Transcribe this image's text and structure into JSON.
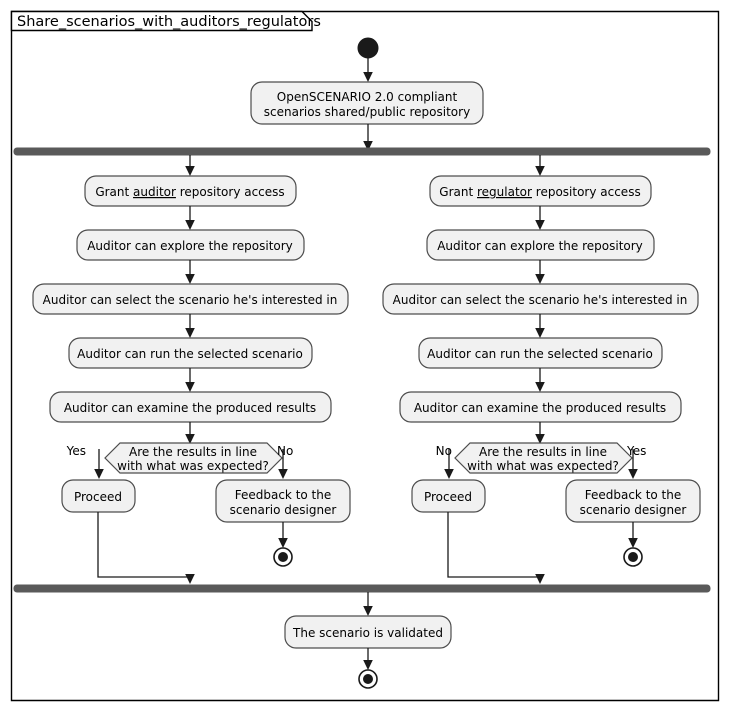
{
  "frame": {
    "title": "Share_scenarios_with_auditors_regulators"
  },
  "nodes": {
    "start_label": "start-node",
    "initial_activity": {
      "line1": "OpenSCENARIO 2.0 compliant",
      "line2": "scenarios shared/public repository"
    },
    "final_activity": "The scenario is validated",
    "fork_label": "fork-bar",
    "join_label": "join-bar"
  },
  "branches": [
    {
      "id": "auditor",
      "steps": [
        {
          "prefix": "Grant ",
          "emphasis": "auditor",
          "suffix": " repository access"
        },
        {
          "prefix": "Auditor can explore the repository",
          "emphasis": "",
          "suffix": ""
        },
        {
          "prefix": "Auditor can select the scenario he's interested in",
          "emphasis": "",
          "suffix": ""
        },
        {
          "prefix": "Auditor can run the selected scenario",
          "emphasis": "",
          "suffix": ""
        },
        {
          "prefix": "Auditor can examine the produced results",
          "emphasis": "",
          "suffix": ""
        }
      ],
      "decision": {
        "line1": "Are the results in line",
        "line2": "with what was expected?",
        "left_label": "Yes",
        "right_label": "No"
      },
      "left_outcome": "Proceed",
      "right_outcome": {
        "line1": "Feedback to the",
        "line2": "scenario designer"
      }
    },
    {
      "id": "regulator",
      "steps": [
        {
          "prefix": "Grant ",
          "emphasis": "regulator",
          "suffix": " repository access"
        },
        {
          "prefix": "Auditor can explore the repository",
          "emphasis": "",
          "suffix": ""
        },
        {
          "prefix": "Auditor can select the scenario he's interested in",
          "emphasis": "",
          "suffix": ""
        },
        {
          "prefix": "Auditor can run the selected scenario",
          "emphasis": "",
          "suffix": ""
        },
        {
          "prefix": "Auditor can examine the produced results",
          "emphasis": "",
          "suffix": ""
        }
      ],
      "decision": {
        "line1": "Are the results in line",
        "line2": "with what was expected?",
        "left_label": "No",
        "right_label": "Yes"
      },
      "left_outcome": "Proceed",
      "right_outcome": {
        "line1": "Feedback to the",
        "line2": "scenario designer"
      }
    }
  ],
  "colors": {
    "node_fill": "#F1F1F1",
    "node_stroke": "#4D4D4D",
    "bar_fill": "#5A5A5A",
    "line": "#1A1A1A",
    "frame_stroke": "#000000",
    "background": "#FFFFFF"
  }
}
